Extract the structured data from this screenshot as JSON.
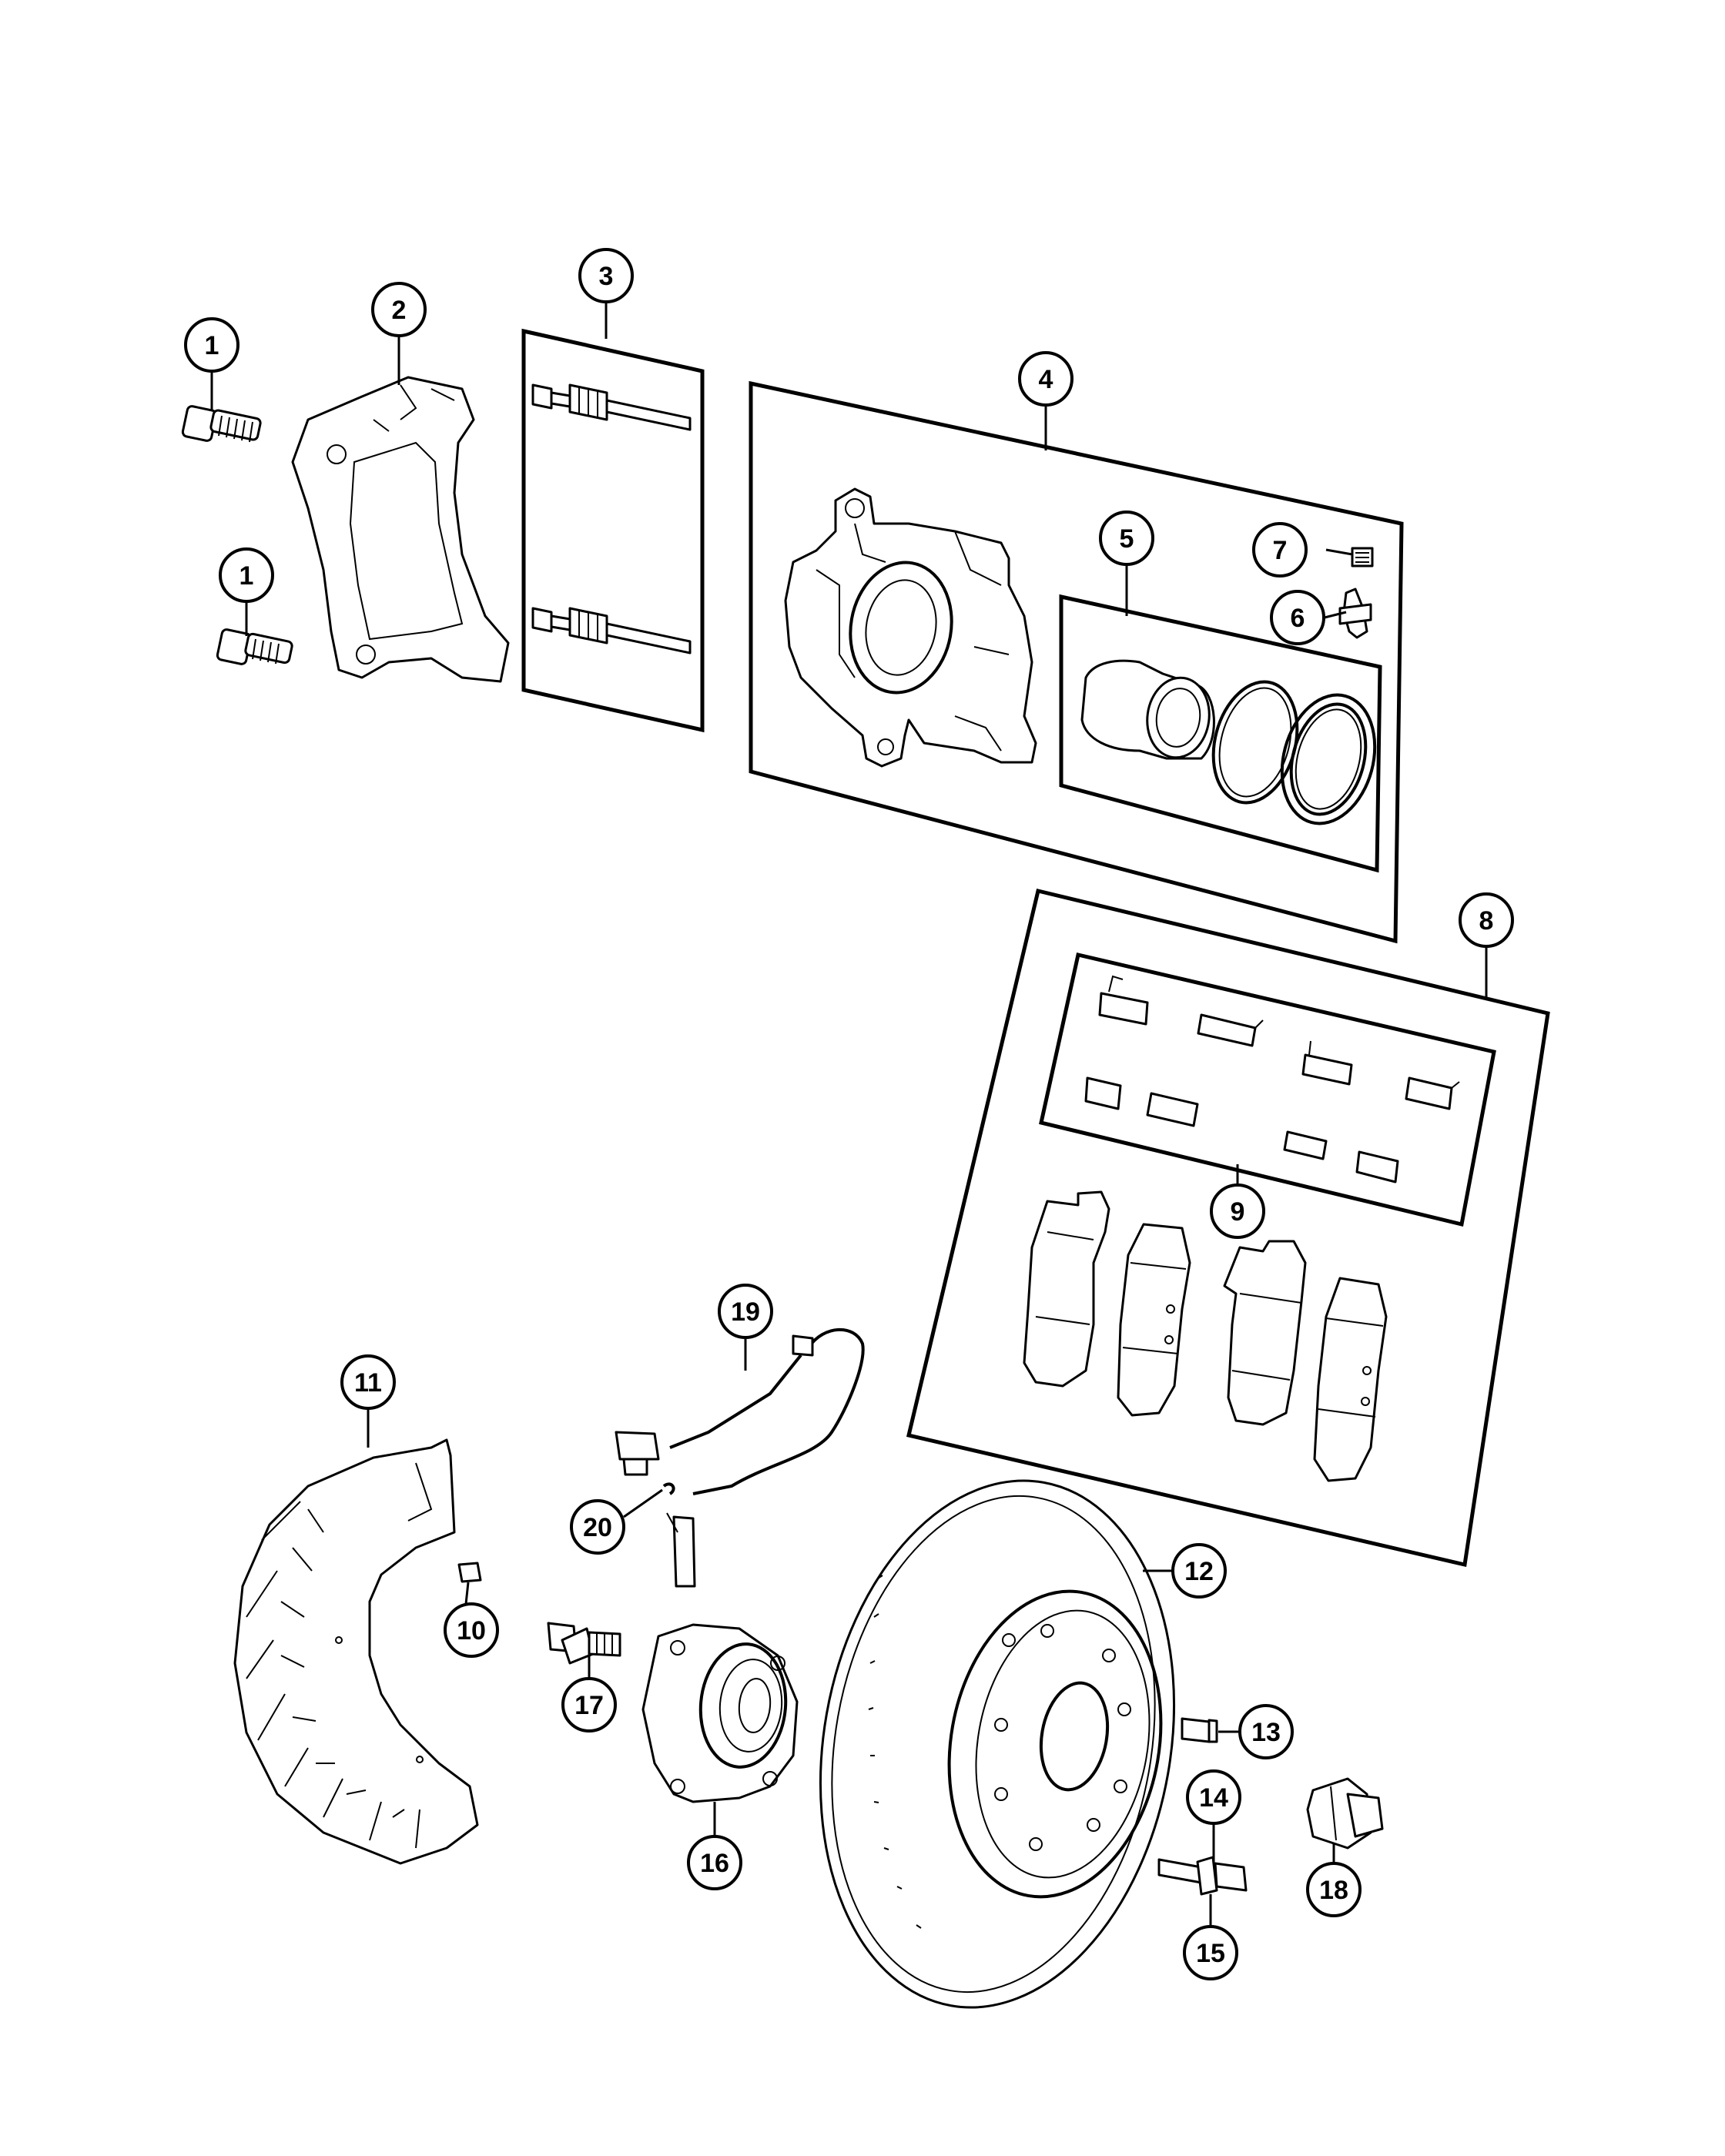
{
  "callouts": {
    "c1a": "1",
    "c1b": "1",
    "c2": "2",
    "c3": "3",
    "c4": "4",
    "c5": "5",
    "c6": "6",
    "c7": "7",
    "c8": "8",
    "c9": "9",
    "c10": "10",
    "c11": "11",
    "c12": "12",
    "c13": "13",
    "c14": "14",
    "c15": "15",
    "c16": "16",
    "c17": "17",
    "c18": "18",
    "c19": "19",
    "c20": "20"
  },
  "colors": {
    "line": "#000000",
    "background": "#ffffff"
  }
}
